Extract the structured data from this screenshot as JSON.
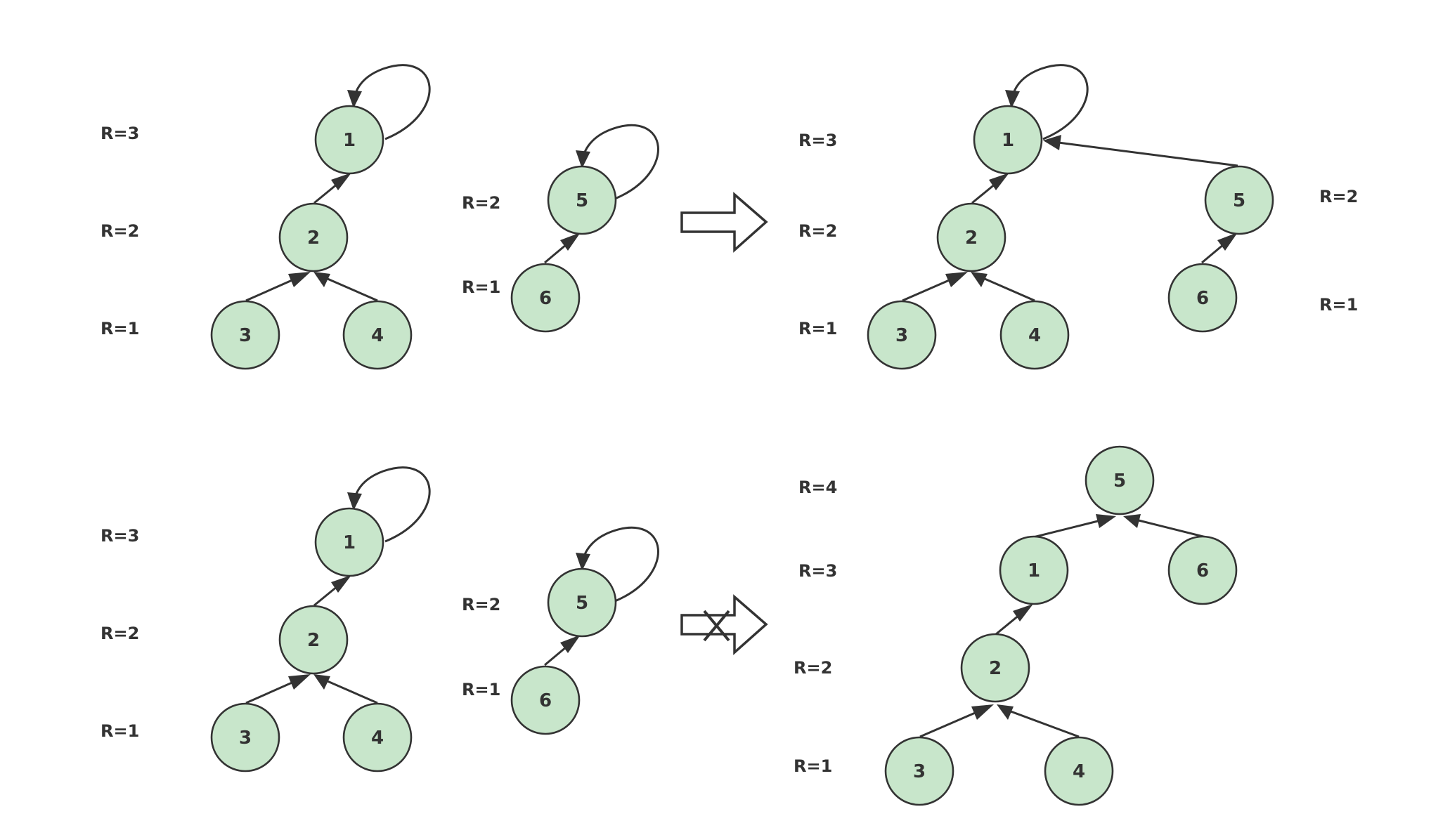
{
  "colors": {
    "node_fill": "#c8e6cb",
    "stroke": "#333333",
    "background": "#ffffff"
  },
  "panels": [
    {
      "id": "top-left",
      "ranks": [
        {
          "text": "R=3",
          "x": 0,
          "y": 0
        },
        {
          "text": "R=2"
        },
        {
          "text": "R=1"
        },
        {
          "text": "R=2"
        },
        {
          "text": "R=1"
        }
      ],
      "nodes": [
        {
          "label": "1"
        },
        {
          "label": "2"
        },
        {
          "label": "3"
        },
        {
          "label": "4"
        },
        {
          "label": "5"
        },
        {
          "label": "6"
        }
      ]
    },
    {
      "id": "top-right",
      "ranks": [
        {
          "text": "R=3"
        },
        {
          "text": "R=2"
        },
        {
          "text": "R=1"
        },
        {
          "text": "R=2"
        },
        {
          "text": "R=1"
        }
      ],
      "nodes": [
        {
          "label": "1"
        },
        {
          "label": "2"
        },
        {
          "label": "3"
        },
        {
          "label": "4"
        },
        {
          "label": "5"
        },
        {
          "label": "6"
        }
      ]
    },
    {
      "id": "bottom-left",
      "ranks": [
        {
          "text": "R=3"
        },
        {
          "text": "R=2"
        },
        {
          "text": "R=1"
        },
        {
          "text": "R=2"
        },
        {
          "text": "R=1"
        }
      ],
      "nodes": [
        {
          "label": "1"
        },
        {
          "label": "2"
        },
        {
          "label": "3"
        },
        {
          "label": "4"
        },
        {
          "label": "5"
        },
        {
          "label": "6"
        }
      ]
    },
    {
      "id": "bottom-right",
      "ranks": [
        {
          "text": "R=4"
        },
        {
          "text": "R=3"
        },
        {
          "text": "R=2"
        },
        {
          "text": "R=1"
        }
      ],
      "nodes": [
        {
          "label": "5"
        },
        {
          "label": "1"
        },
        {
          "label": "6"
        },
        {
          "label": "2"
        },
        {
          "label": "3"
        },
        {
          "label": "4"
        }
      ]
    }
  ],
  "transitions": [
    {
      "name": "union-by-rank-arrow",
      "crossed": false
    },
    {
      "name": "wrong-union-arrow",
      "crossed": true
    }
  ]
}
